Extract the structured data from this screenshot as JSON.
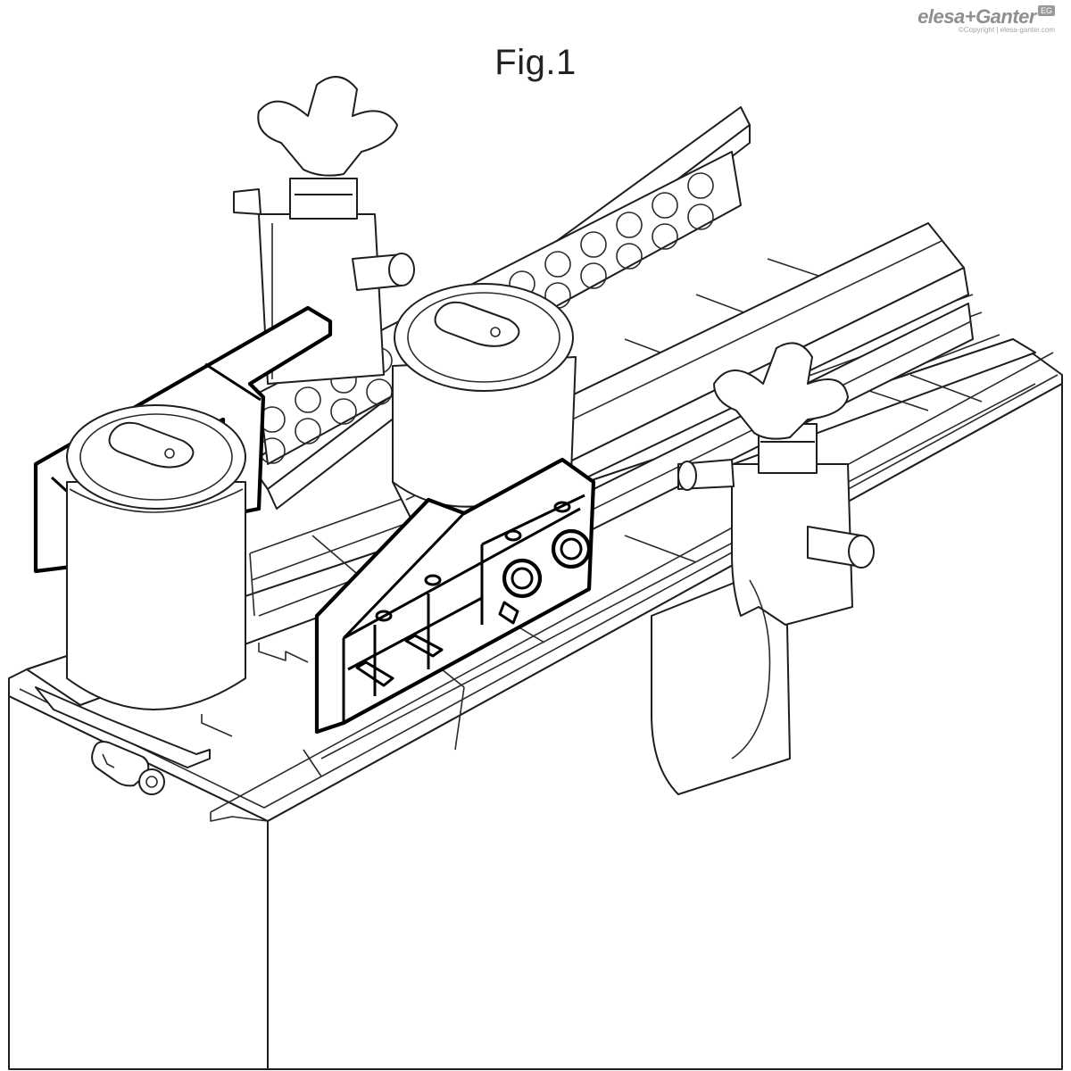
{
  "figure": {
    "title": "Fig.1"
  },
  "brand": {
    "name": "elesa+Ganter",
    "badge": "EG",
    "copyright": "©Copyright | elesa-ganter.com"
  }
}
